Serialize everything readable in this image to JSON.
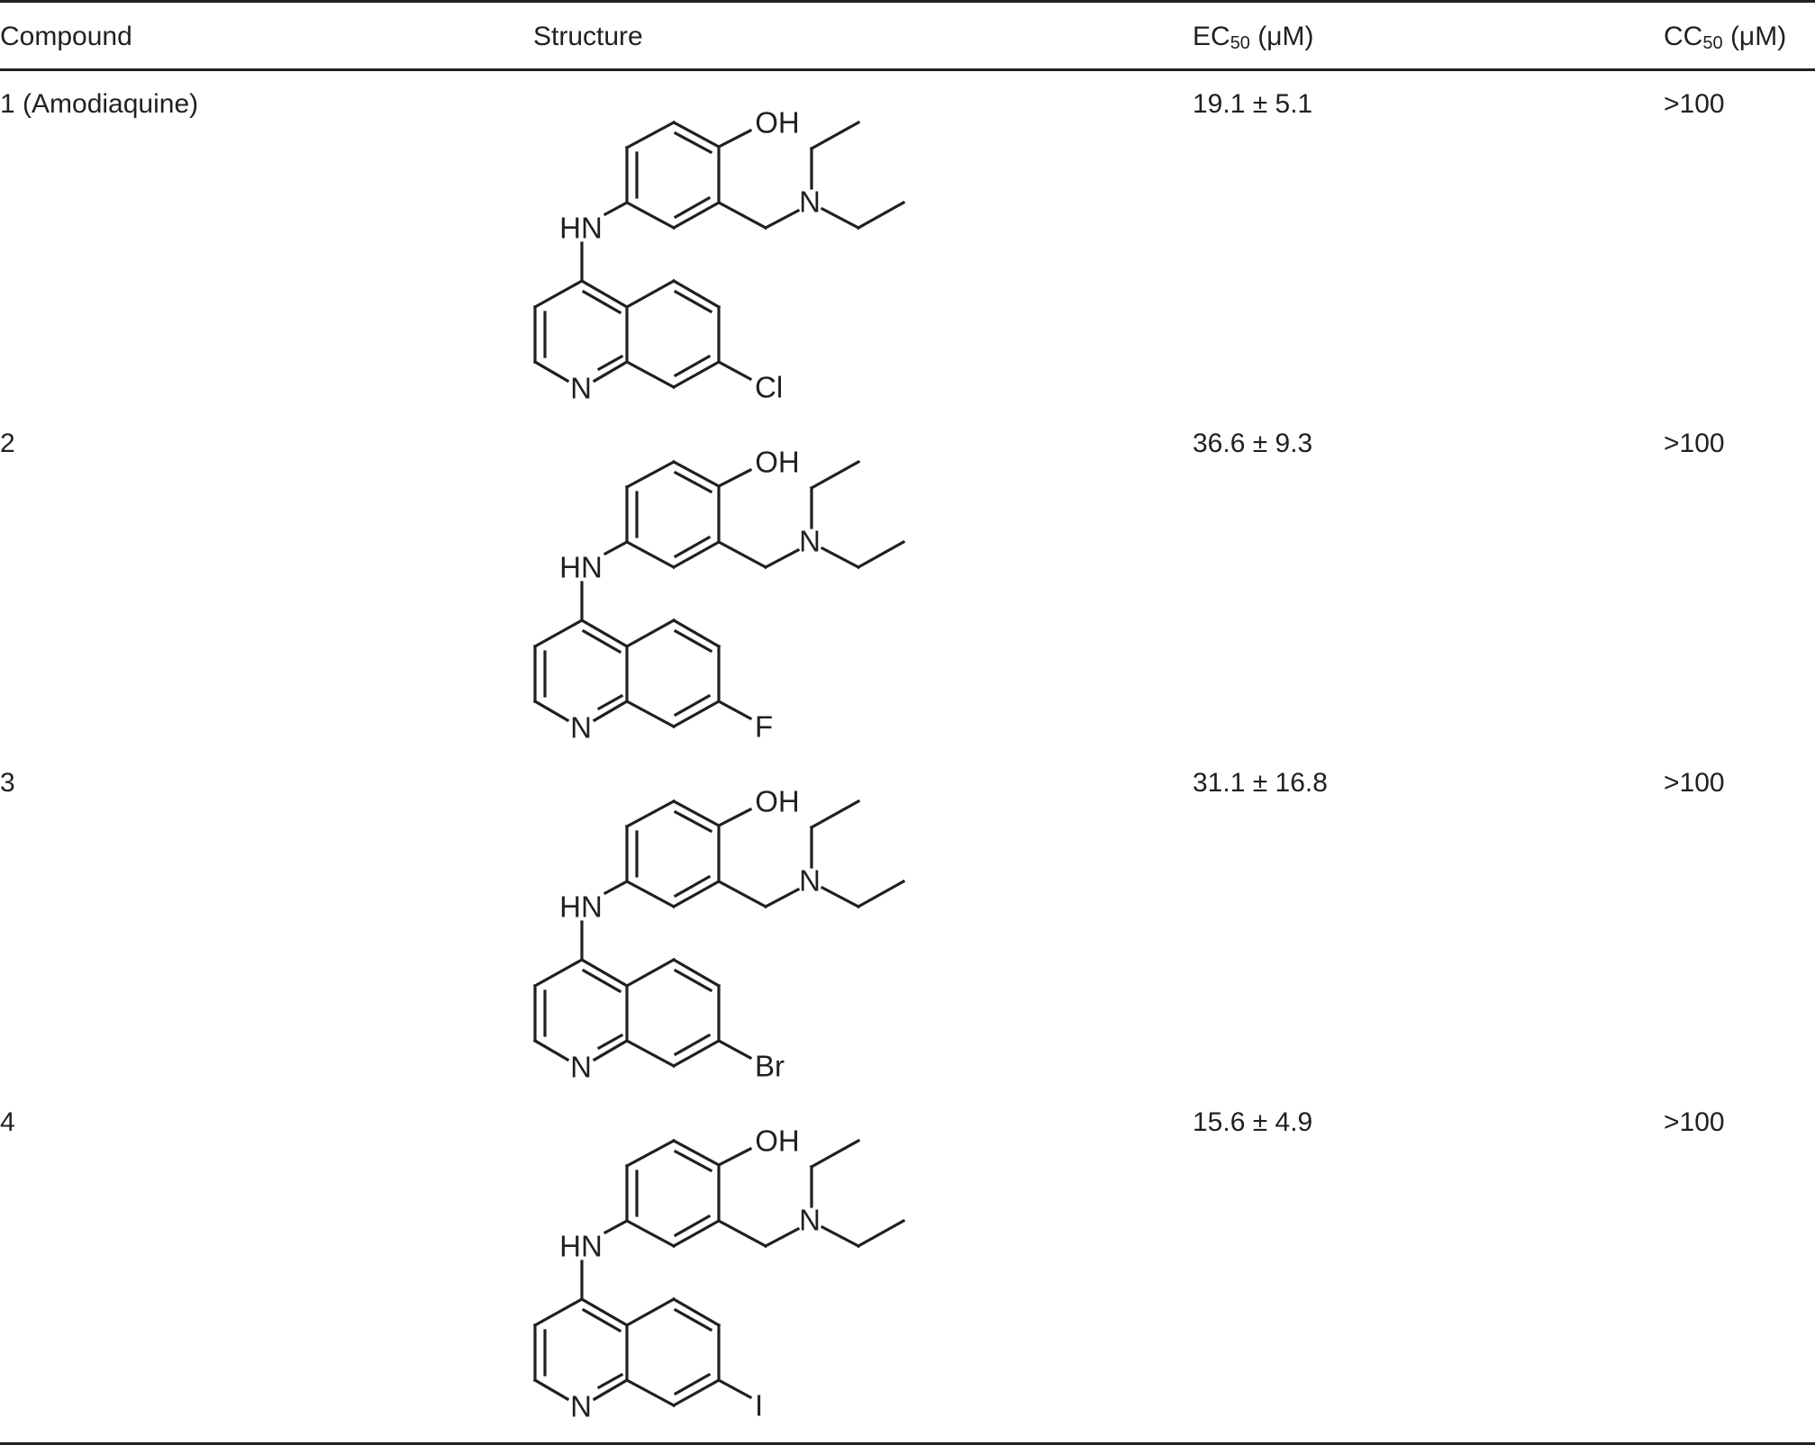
{
  "table": {
    "headers": {
      "compound": "Compound",
      "structure": "Structure",
      "ec50": {
        "main": "EC",
        "sub": "50",
        "unit": "(μM)"
      },
      "cc50": {
        "main": "CC",
        "sub": "50",
        "unit": "(μM)"
      }
    },
    "rows": [
      {
        "compound": "1 (Amodiaquine)",
        "ec50": "19.1 ± 5.1",
        "cc50": ">100",
        "atoms": {
          "oh": "OH",
          "amine_n": "N",
          "hn": "HN",
          "ring_n": "N",
          "halogen": "Cl"
        }
      },
      {
        "compound": "2",
        "ec50": "36.6 ± 9.3",
        "cc50": ">100",
        "atoms": {
          "oh": "OH",
          "amine_n": "N",
          "hn": "HN",
          "ring_n": "N",
          "halogen": "F"
        }
      },
      {
        "compound": "3",
        "ec50": "31.1 ± 16.8",
        "cc50": ">100",
        "atoms": {
          "oh": "OH",
          "amine_n": "N",
          "hn": "HN",
          "ring_n": "N",
          "halogen": "Br"
        }
      },
      {
        "compound": "4",
        "ec50": "15.6 ± 4.9",
        "cc50": ">100",
        "atoms": {
          "oh": "OH",
          "amine_n": "N",
          "hn": "HN",
          "ring_n": "N",
          "halogen": "I"
        }
      }
    ]
  }
}
